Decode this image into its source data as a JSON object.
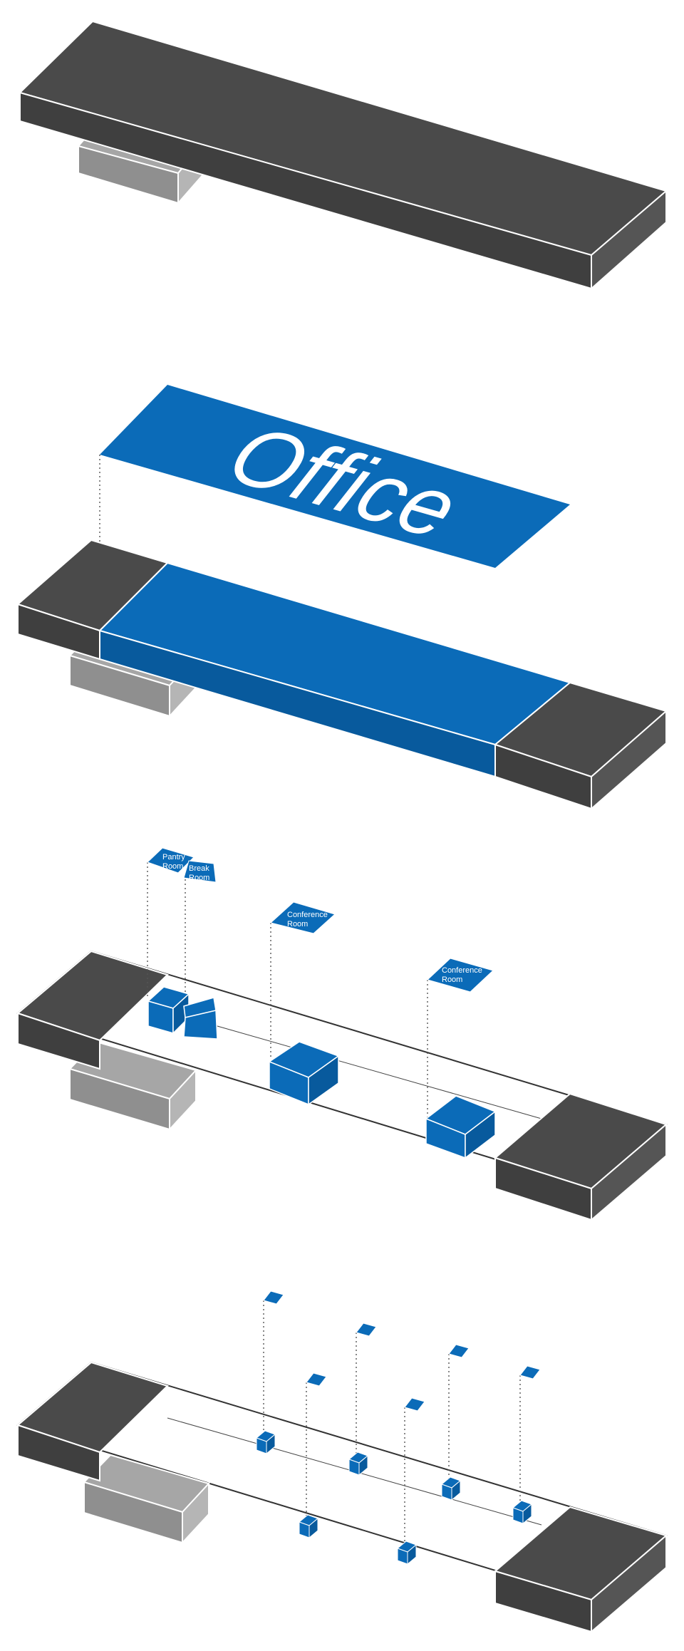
{
  "colors": {
    "dark_top": "#4a4a4a",
    "dark_side": "#3f3f3f",
    "gray_top": "#a6a6a6",
    "gray_side": "#8f8f8f",
    "blue": "#0b6bb8",
    "blue_dark": "#085a9d",
    "edge": "#ffffff",
    "outline": "#333333"
  },
  "icons": {
    "flag": "room-label-flag-icon",
    "box": "room-volume-box-icon"
  },
  "layer2": {
    "title": "Office"
  },
  "layer3": {
    "flags": {
      "pantry": "Pantry Room",
      "break": "Break Room",
      "conf1": "Conference Room",
      "conf2": "Conference Room"
    },
    "flag_lines": {
      "pantry": [
        "Pantry",
        "Room"
      ],
      "break": [
        "Break",
        "Room"
      ],
      "conf1": [
        "Conference",
        "Room"
      ],
      "conf2": [
        "Conference",
        "Room"
      ]
    }
  }
}
